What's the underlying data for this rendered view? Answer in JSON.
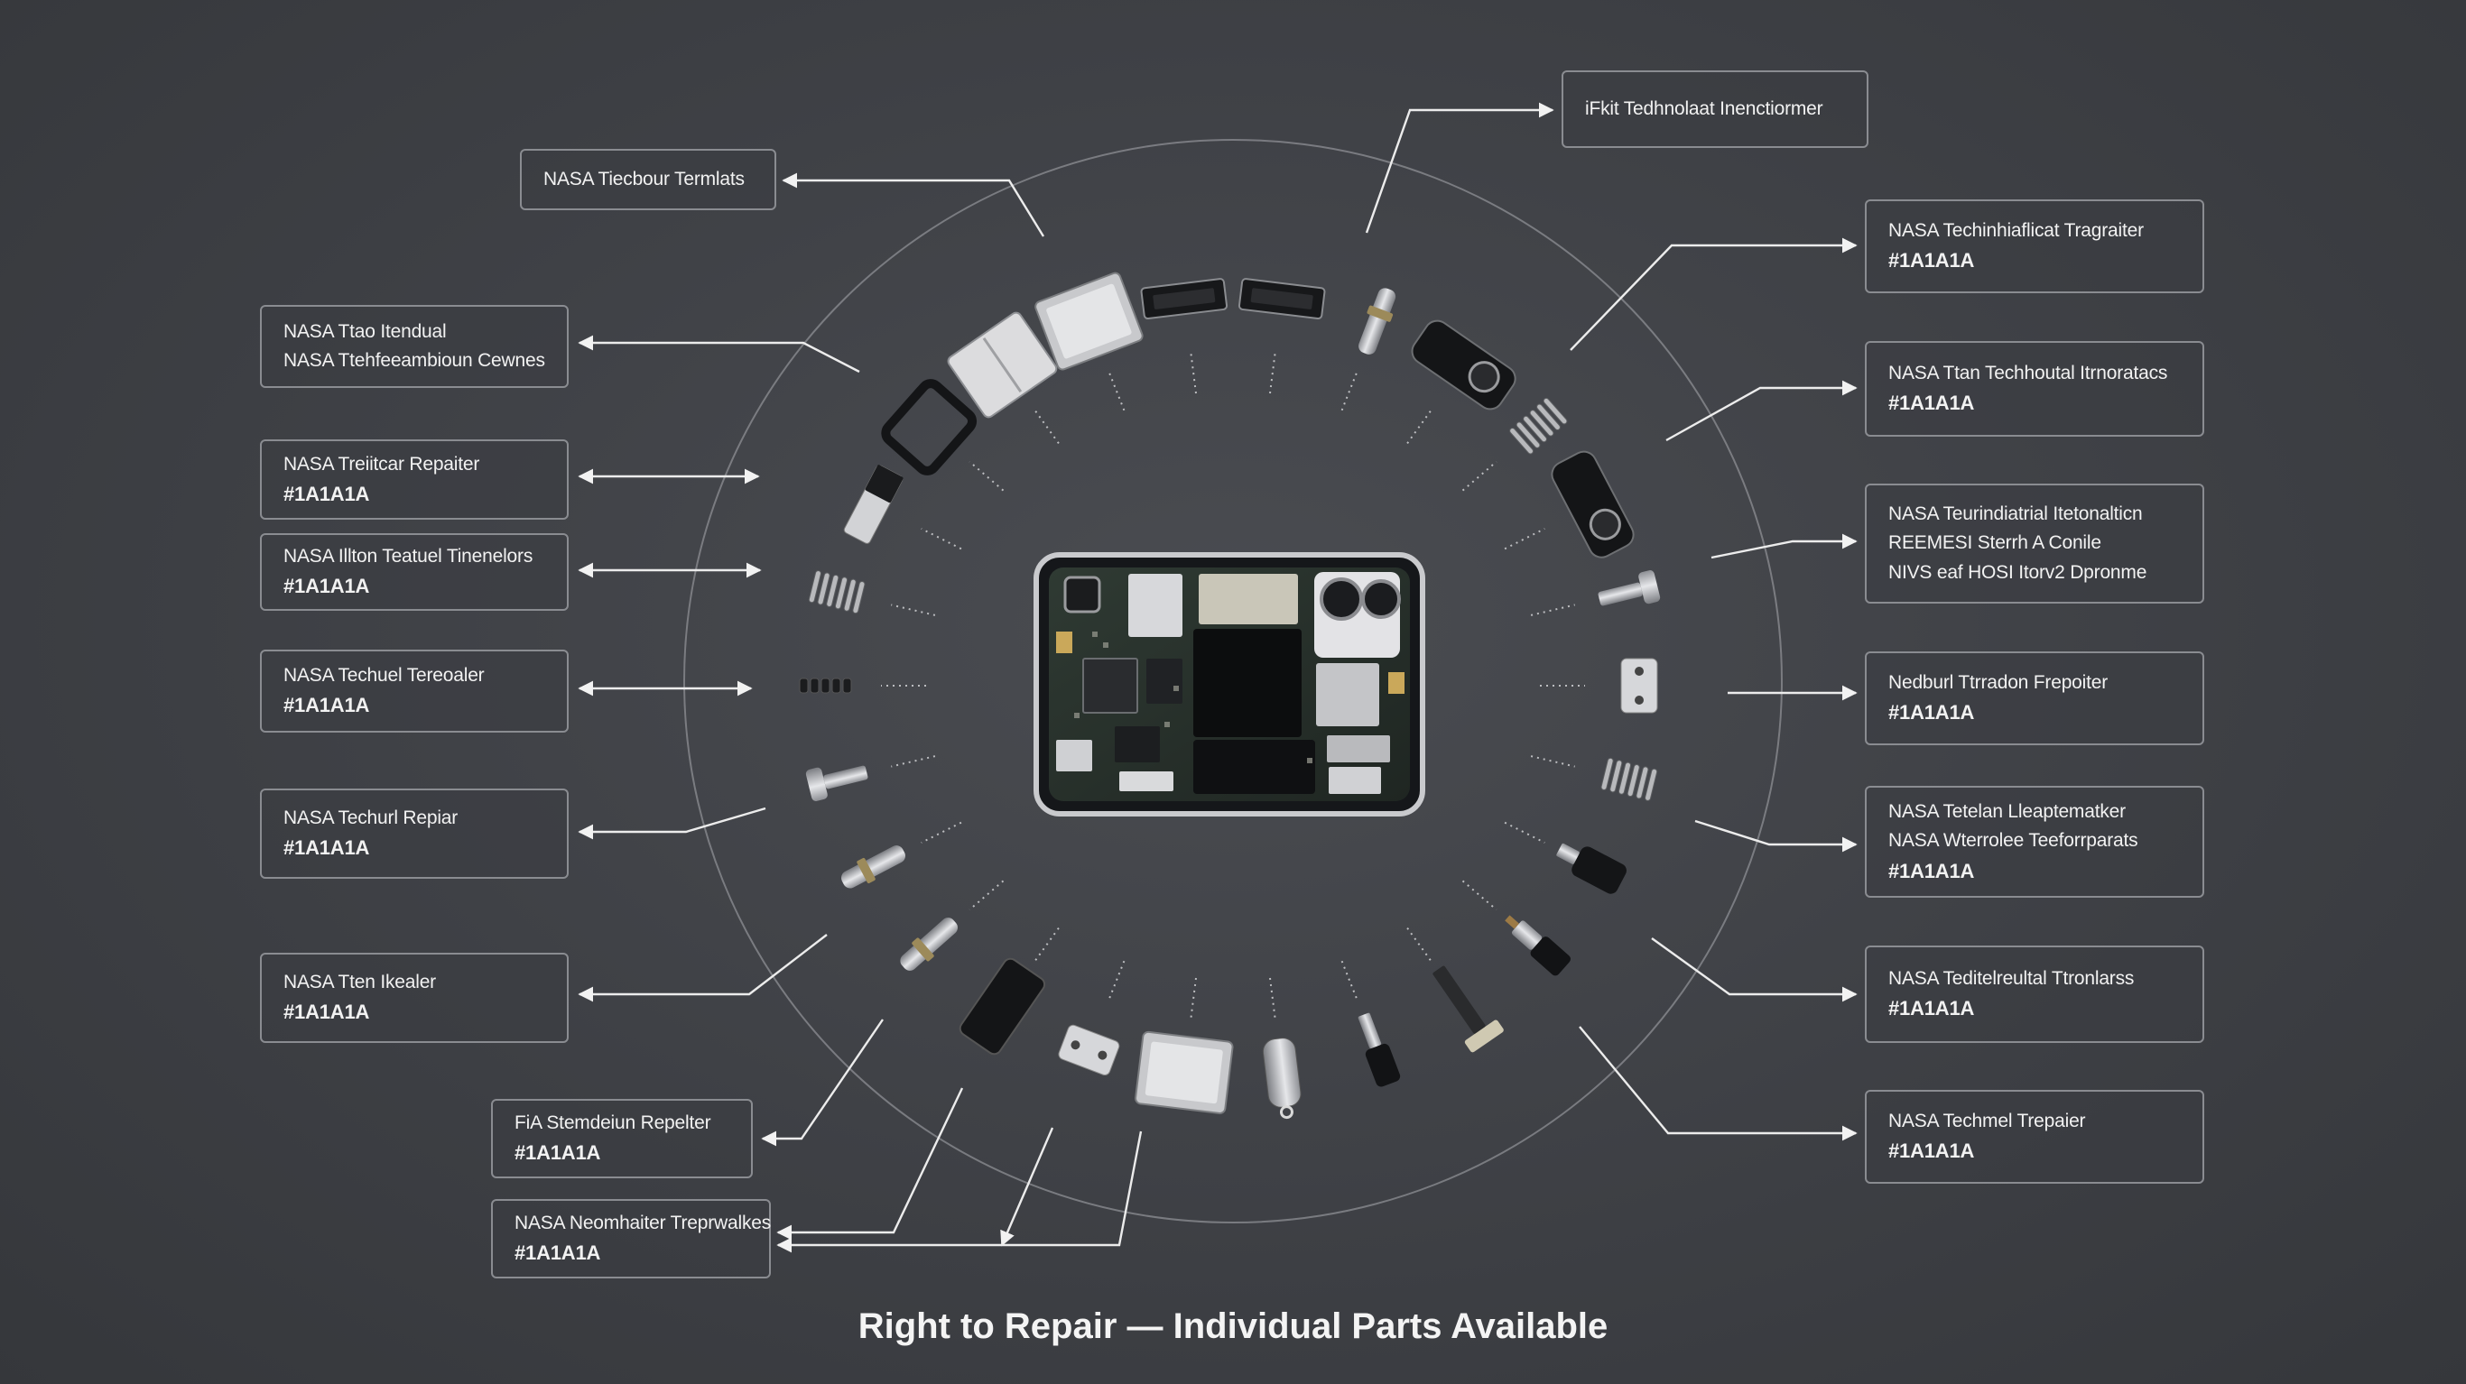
{
  "title": "Right to Repair — Individual Parts Available",
  "labels": [
    {
      "id": "L1",
      "lines": [
        "NASA Tiecbour Termlats"
      ]
    },
    {
      "id": "L2",
      "lines": [
        "NASA Ttao Itendual",
        "NASA Ttehfeeambioun Cewnes"
      ]
    },
    {
      "id": "L3",
      "lines": [
        "NASA Treiitcar Repaiter",
        "#1A1A1A"
      ]
    },
    {
      "id": "L4",
      "lines": [
        "NASA Illton Teatuel Tinenelors",
        "#1A1A1A"
      ]
    },
    {
      "id": "L5",
      "lines": [
        "NASA Techuel Tereoaler",
        "#1A1A1A"
      ]
    },
    {
      "id": "L6",
      "lines": [
        "NASA Techurl Repiar",
        "#1A1A1A"
      ]
    },
    {
      "id": "L7",
      "lines": [
        "NASA Tten Ikealer",
        "#1A1A1A"
      ]
    },
    {
      "id": "L8",
      "lines": [
        "FiA Stemdeiun Repelter",
        "#1A1A1A"
      ]
    },
    {
      "id": "L9",
      "lines": [
        "NASA Neomhaiter Treprwalkes",
        "#1A1A1A"
      ]
    },
    {
      "id": "R0",
      "lines": [
        "iFkit Tedhnolaat Inenctiormer"
      ]
    },
    {
      "id": "R1",
      "lines": [
        "NASA Techinhiaflicat Tragraiter",
        "#1A1A1A"
      ]
    },
    {
      "id": "R2",
      "lines": [
        "NASA Ttan Techhoutal Itrnoratacs",
        "#1A1A1A"
      ]
    },
    {
      "id": "R3",
      "lines": [
        "NASA Teurindiatrial Itetonalticn",
        "REEMESI Sterrh A Conile",
        "NIVS eaf HOSI Itorv2 Dpronme"
      ]
    },
    {
      "id": "R4",
      "lines": [
        "Nedburl Ttrradon Frepoiter",
        "#1A1A1A"
      ]
    },
    {
      "id": "R5",
      "lines": [
        "NASA Tetelan Lleaptematker",
        "NASA Wterrolee Teeforrparats",
        "#1A1A1A"
      ]
    },
    {
      "id": "R6",
      "lines": [
        "NASA Teditelreultal Ttronlarss",
        "#1A1A1A"
      ]
    },
    {
      "id": "R7",
      "lines": [
        "NASA Techmel Trepaier",
        "#1A1A1A"
      ]
    }
  ],
  "parts": [
    {
      "kind": "capsule"
    },
    {
      "kind": "plug"
    },
    {
      "kind": "tbar"
    },
    {
      "kind": "connector"
    },
    {
      "kind": "cylinder"
    },
    {
      "kind": "spring"
    },
    {
      "kind": "bracket"
    },
    {
      "kind": "screw"
    },
    {
      "kind": "camera"
    },
    {
      "kind": "spring"
    },
    {
      "kind": "camera"
    },
    {
      "kind": "pin"
    },
    {
      "kind": "strip"
    },
    {
      "kind": "strip"
    },
    {
      "kind": "plate"
    },
    {
      "kind": "shield"
    },
    {
      "kind": "frame"
    },
    {
      "kind": "clip"
    },
    {
      "kind": "spring"
    },
    {
      "kind": "coil"
    },
    {
      "kind": "screw"
    },
    {
      "kind": "pin"
    },
    {
      "kind": "pin"
    },
    {
      "kind": "rail"
    },
    {
      "kind": "bracket"
    },
    {
      "kind": "plate"
    }
  ]
}
